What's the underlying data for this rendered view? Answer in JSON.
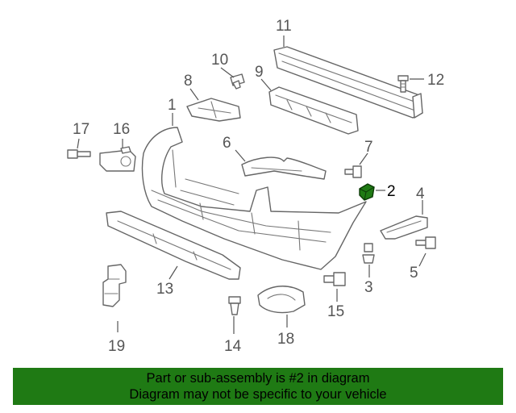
{
  "diagram": {
    "callouts": [
      {
        "id": "1",
        "label": "1"
      },
      {
        "id": "2",
        "label": "2"
      },
      {
        "id": "3",
        "label": "3"
      },
      {
        "id": "4",
        "label": "4"
      },
      {
        "id": "5",
        "label": "5"
      },
      {
        "id": "6",
        "label": "6"
      },
      {
        "id": "7",
        "label": "7"
      },
      {
        "id": "8",
        "label": "8"
      },
      {
        "id": "9",
        "label": "9"
      },
      {
        "id": "10",
        "label": "10"
      },
      {
        "id": "11",
        "label": "11"
      },
      {
        "id": "12",
        "label": "12"
      },
      {
        "id": "13",
        "label": "13"
      },
      {
        "id": "14",
        "label": "14"
      },
      {
        "id": "15",
        "label": "15"
      },
      {
        "id": "16",
        "label": "16"
      },
      {
        "id": "17",
        "label": "17"
      },
      {
        "id": "18",
        "label": "18"
      },
      {
        "id": "19",
        "label": "19"
      }
    ],
    "highlighted_part": "2",
    "highlight_color": "#1f7a14"
  },
  "footer": {
    "line1": "Part or sub-assembly is #2 in diagram",
    "line2": "Diagram may not be specific to your vehicle",
    "background": "#1f7a14"
  }
}
